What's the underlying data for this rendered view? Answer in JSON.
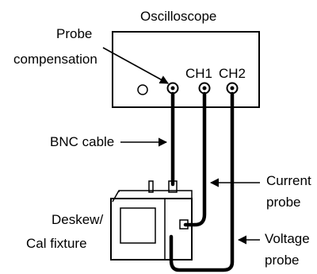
{
  "labels": {
    "oscilloscope": "Oscilloscope",
    "probe_comp_line1": "Probe",
    "probe_comp_line2": "compensation",
    "ch1": "CH1",
    "ch2": "CH2",
    "bnc_cable": "BNC cable",
    "current_line1": "Current",
    "current_line2": "probe",
    "deskew_line1": "Deskew/",
    "deskew_line2": "Cal fixture",
    "voltage_line1": "Voltage",
    "voltage_line2": "probe"
  }
}
